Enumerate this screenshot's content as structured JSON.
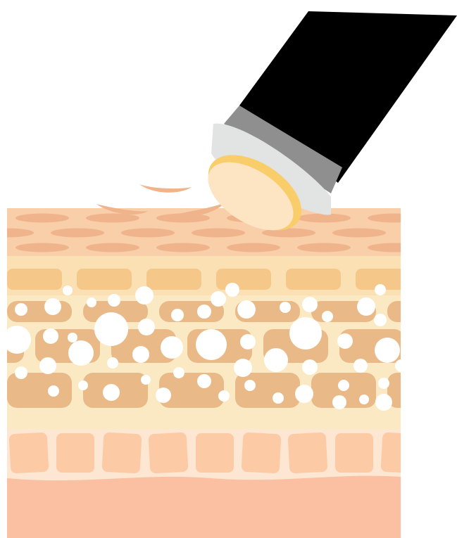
{
  "illustration": {
    "subject": "skin-cross-section-with-exfoliation-device",
    "layers": [
      {
        "name": "stratum-corneum",
        "color": "#f9cfaa",
        "cell_color": "#f0b48c"
      },
      {
        "name": "epidermis-upper",
        "color": "#fbe0b4",
        "cell_color": "#f5c88a"
      },
      {
        "name": "epidermis-cells",
        "color": "#fbe9c4",
        "cell_color": "#e9ba87",
        "bubble_color": "#ffffff"
      },
      {
        "name": "basal-layer",
        "color": "#fde6d2",
        "cell_color": "#fccaa5"
      },
      {
        "name": "dermis",
        "color": "#fbbfa2"
      }
    ],
    "flakes_color": "#f0b48c",
    "device": {
      "handle_color": "#000000",
      "collar_color": "#909090",
      "cap_color": "#e2e3e3",
      "pad_rim_color": "#f9cd6a",
      "pad_color": "#fde5c4"
    },
    "background": "#ffffff"
  }
}
